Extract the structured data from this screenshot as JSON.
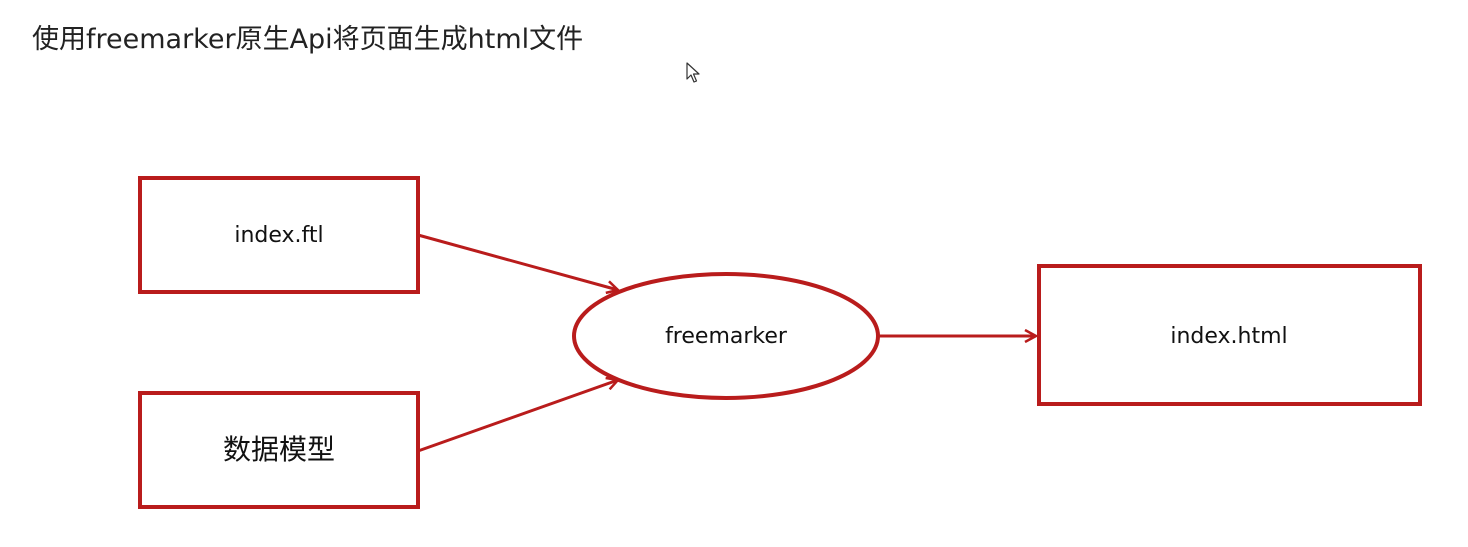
{
  "title": "使用freemarker原生Api将页面生成html文件",
  "nodes": {
    "template": {
      "label": "index.ftl"
    },
    "model": {
      "label": "数据模型"
    },
    "engine": {
      "label": "freemarker"
    },
    "output": {
      "label": "index.html"
    }
  },
  "edges": [
    {
      "from": "template",
      "to": "engine"
    },
    {
      "from": "model",
      "to": "engine"
    },
    {
      "from": "engine",
      "to": "output"
    }
  ],
  "colors": {
    "accent": "#b91c1c",
    "text": "#111111",
    "background": "#ffffff"
  }
}
